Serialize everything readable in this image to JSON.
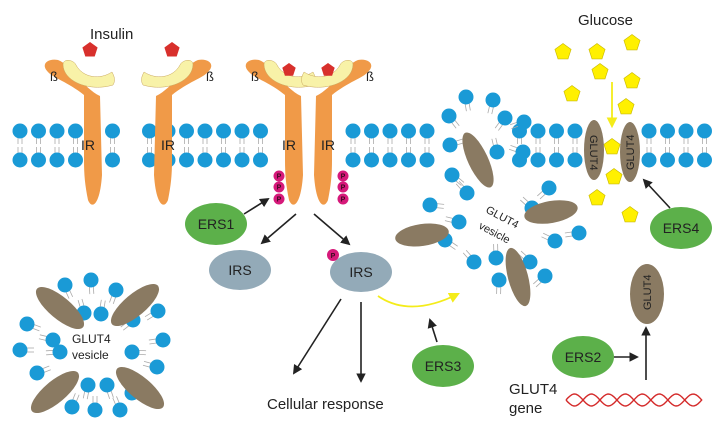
{
  "labels": {
    "insulin": "Insulin",
    "glucose": "Glucose",
    "cellular_response": "Cellular response",
    "glut4_gene_line1": "GLUT4",
    "glut4_gene_line2": "gene",
    "vesicle_line1": "GLUT4",
    "vesicle_line2": "vesicle",
    "fusing_vesicle": "GLUT4 vesicle",
    "receptor": "IR",
    "beta": "ß",
    "phosphate": "P",
    "glut4": "GLUT4"
  },
  "ers": [
    {
      "id": "ERS1",
      "label": "ERS1"
    },
    {
      "id": "ERS2",
      "label": "ERS2"
    },
    {
      "id": "ERS3",
      "label": "ERS3"
    },
    {
      "id": "ERS4",
      "label": "ERS4"
    }
  ],
  "irs": [
    {
      "label": "IRS",
      "phosphorylated": false
    },
    {
      "label": "IRS",
      "phosphorylated": true
    }
  ],
  "colors": {
    "lipid_head": "#1a9ad6",
    "receptor": "#f09a48",
    "alpha_subunit": "#f8f2a8",
    "insulin": "#d8302c",
    "glucose": "#fff000",
    "glut4": "#8a7a62",
    "ers": "#5cb04a",
    "irs": "#93aab8",
    "phosphate": "#d6197a",
    "dna": "#d42a2a",
    "arrow": "#222222",
    "yellow_arrow": "#f4ec1a"
  }
}
